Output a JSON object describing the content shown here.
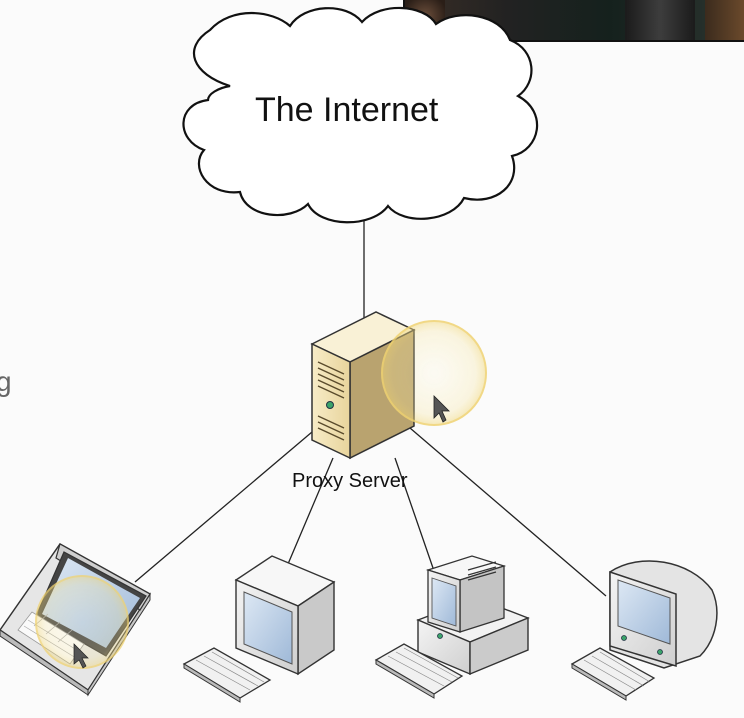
{
  "cloud": {
    "title": "The Internet"
  },
  "proxy": {
    "label": "Proxy Server"
  },
  "edge_glyph": "g",
  "colors": {
    "server_body": "#efe0b4",
    "server_dark": "#b19c68",
    "device_body": "#e8e8e8",
    "screen": "#b8cde4",
    "line": "#222222",
    "cursor_highlight": "#f3dd86"
  },
  "clients": [
    {
      "kind": "laptop",
      "icon": "laptop-icon"
    },
    {
      "kind": "desktop-tower",
      "icon": "desktop-computer-icon"
    },
    {
      "kind": "desktop-crt",
      "icon": "workstation-icon"
    },
    {
      "kind": "imac",
      "icon": "imac-icon"
    }
  ]
}
